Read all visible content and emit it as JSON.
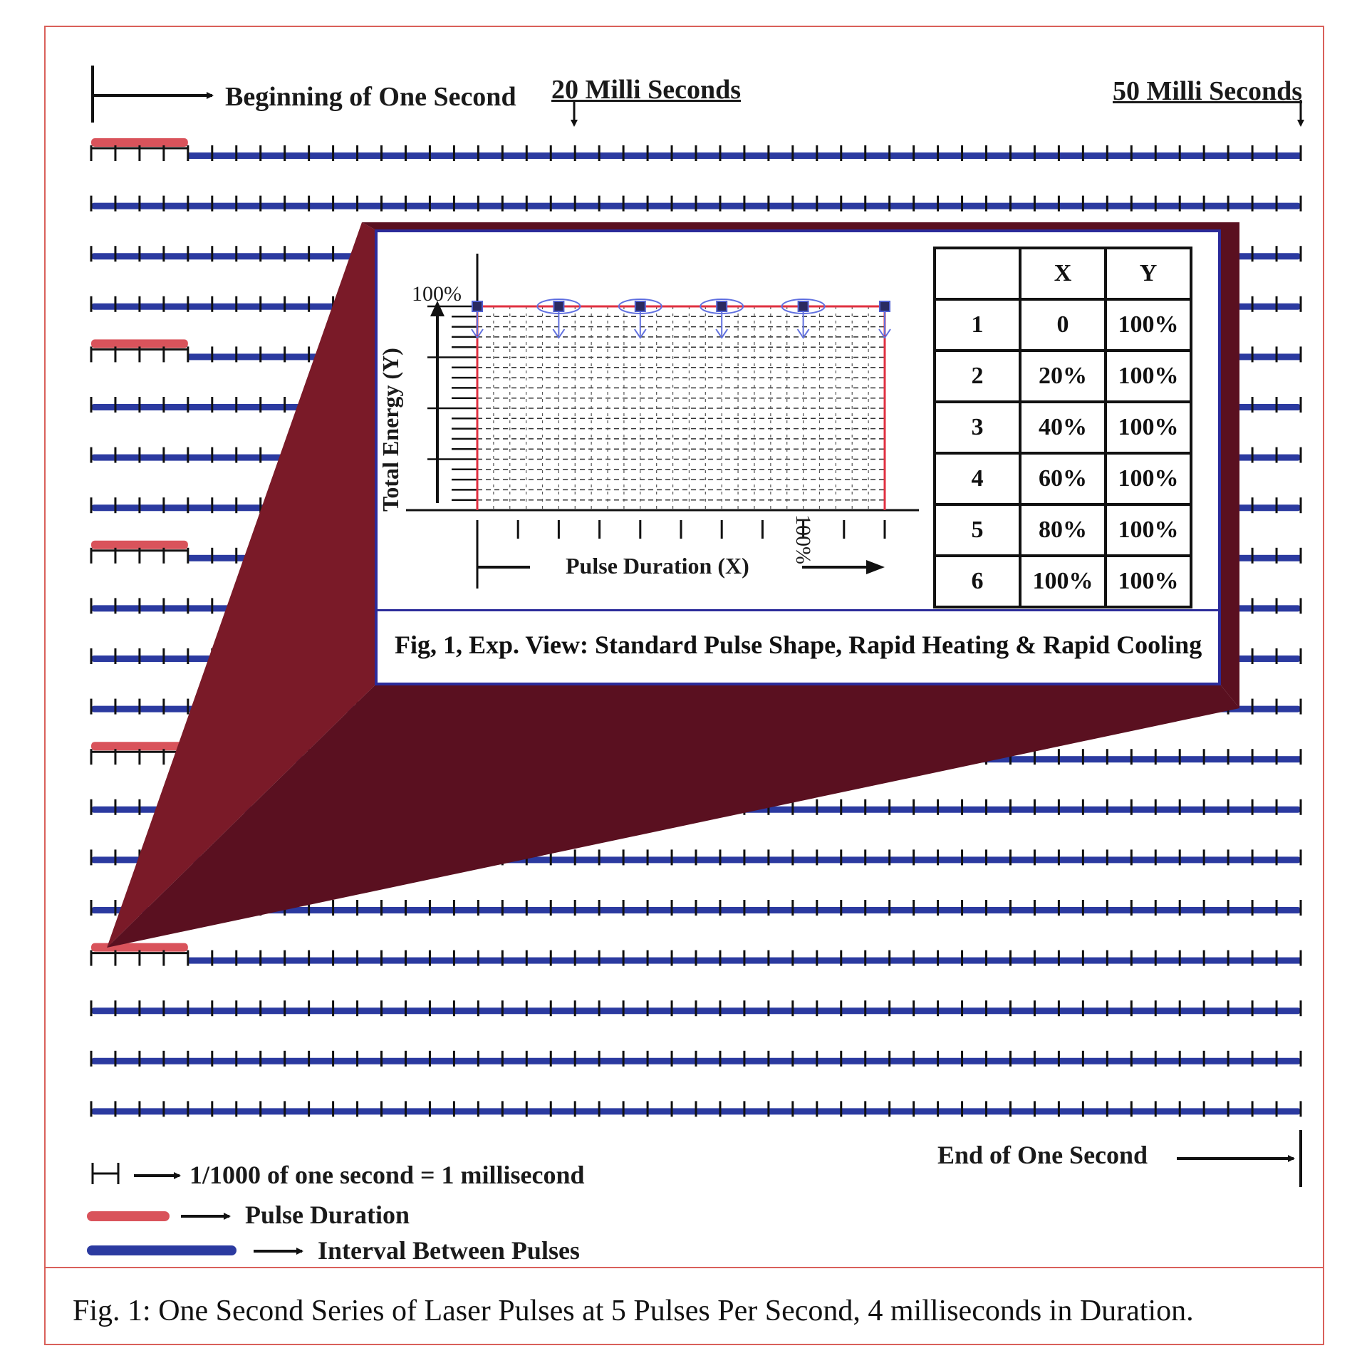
{
  "top_labels": {
    "beginning": "Beginning of One Second",
    "ms20": "20 Milli Seconds",
    "ms50": "50 Milli Seconds",
    "end": "End of One Second"
  },
  "legend": {
    "tick_text": "1/1000 of one second = 1 millisecond",
    "pulse_text": "Pulse Duration",
    "interval_text": "Interval Between Pulses"
  },
  "caption": "Fig. 1: One Second Series of Laser Pulses at 5 Pulses Per Second, 4 milliseconds in Duration.",
  "colors": {
    "pulse": "#d9535b",
    "interval": "#2b3aa0",
    "panel_dark": "#5a1020",
    "panel_mid": "#7a1a28",
    "frame": "#d9605a"
  },
  "timeline": {
    "rows": 20,
    "ticks_per_row": 50,
    "pulse_ms": 4,
    "pulse_rows": [
      1,
      5,
      9,
      13,
      17
    ]
  },
  "inset": {
    "caption": "Fig, 1, Exp. View: Standard Pulse Shape, Rapid Heating & Rapid Cooling",
    "y_label": "Total Energy (Y)",
    "x_label": "Pulse Duration (X)",
    "y_top_label": "100%",
    "x_end_label": "100%",
    "table": {
      "headers": [
        "",
        "X",
        "Y"
      ],
      "rows": [
        [
          "1",
          "0",
          "100%"
        ],
        [
          "2",
          "20%",
          "100%"
        ],
        [
          "3",
          "40%",
          "100%"
        ],
        [
          "4",
          "60%",
          "100%"
        ],
        [
          "5",
          "80%",
          "100%"
        ],
        [
          "6",
          "100%",
          "100%"
        ]
      ]
    }
  },
  "chart_data": {
    "type": "line",
    "x": [
      "0",
      "20%",
      "40%",
      "60%",
      "80%",
      "100%"
    ],
    "series": [
      {
        "values": [
          100,
          100,
          100,
          100,
          100,
          100
        ]
      }
    ],
    "xlabel": "Pulse Duration (X)",
    "ylabel": "Total Energy (Y)"
  }
}
